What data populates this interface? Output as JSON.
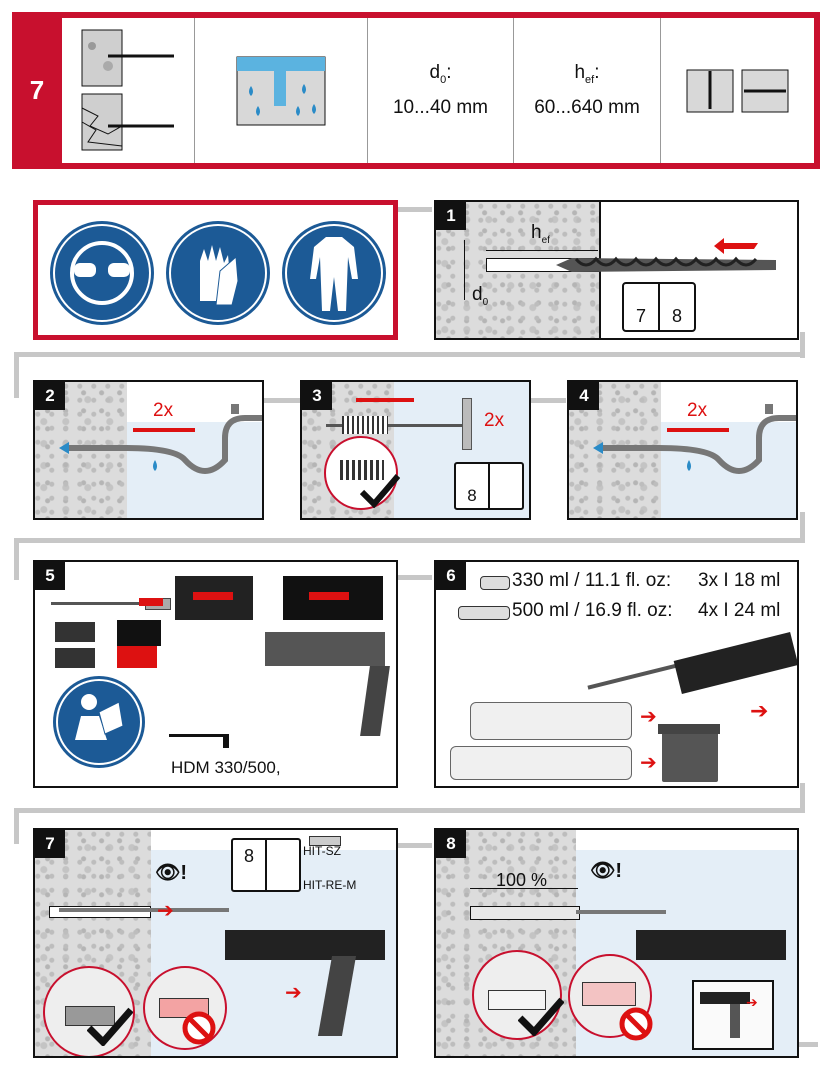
{
  "header": {
    "step_number": "7",
    "d0_label": "d",
    "d0_sub": "0",
    "d0_colon": ":",
    "d0_value": "10...40 mm",
    "hef_label": "h",
    "hef_sub": "ef",
    "hef_colon": ":",
    "hef_value": "60...640 mm"
  },
  "safety": {
    "icons": [
      "goggles-icon",
      "gloves-icon",
      "coverall-icon"
    ],
    "color": "#1c5a96"
  },
  "steps": {
    "s1": {
      "num": "1",
      "hef": "h",
      "hef_sub": "ef",
      "d0": "d",
      "d0_sub": "0",
      "book_left": "7",
      "book_right": "8"
    },
    "s2": {
      "num": "2",
      "times": "2x"
    },
    "s3": {
      "num": "3",
      "times": "2x",
      "book": "8"
    },
    "s4": {
      "num": "4",
      "times": "2x"
    },
    "s5": {
      "num": "5",
      "tool": "HDM 330/500,"
    },
    "s6": {
      "num": "6",
      "rows": [
        {
          "size": "330 ml / 11.1 fl. oz:",
          "qty": "3x I 18 ml"
        },
        {
          "size": "500 ml / 16.9 fl. oz:",
          "qty": "4x I 24 ml"
        }
      ]
    },
    "s7": {
      "num": "7",
      "book": "8",
      "mixer": "HIT-SZ",
      "extension": "HIT-RE-M"
    },
    "s8": {
      "num": "8",
      "fill": "100 %"
    }
  },
  "colors": {
    "brand_red": "#c8102e",
    "arrow_red": "#dd1111",
    "blue": "#1c5a96"
  }
}
